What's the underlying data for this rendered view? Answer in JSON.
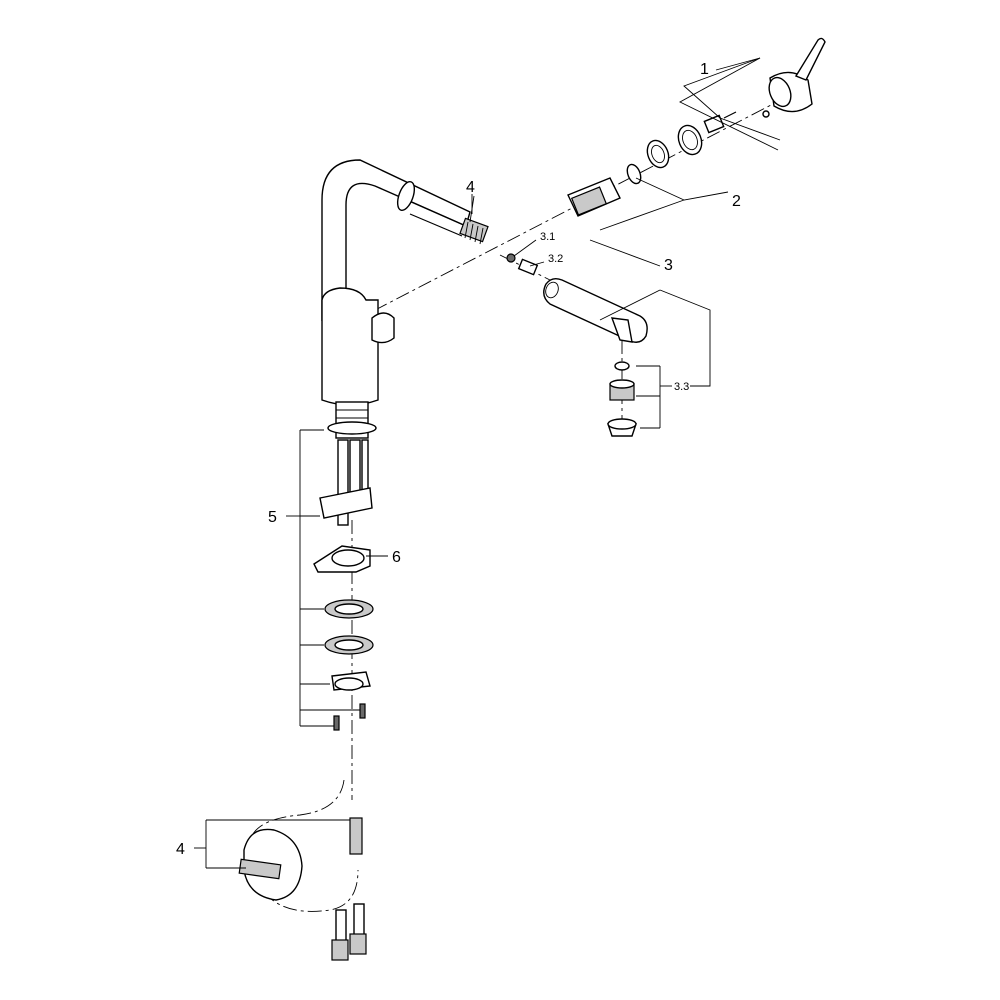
{
  "callouts": {
    "c1": "1",
    "c2": "2",
    "c3": "3",
    "c3_1": "3.1",
    "c3_2": "3.2",
    "c3_3": "3.3",
    "c4_top": "4",
    "c4_bottom": "4",
    "c5": "5",
    "c6": "6"
  }
}
